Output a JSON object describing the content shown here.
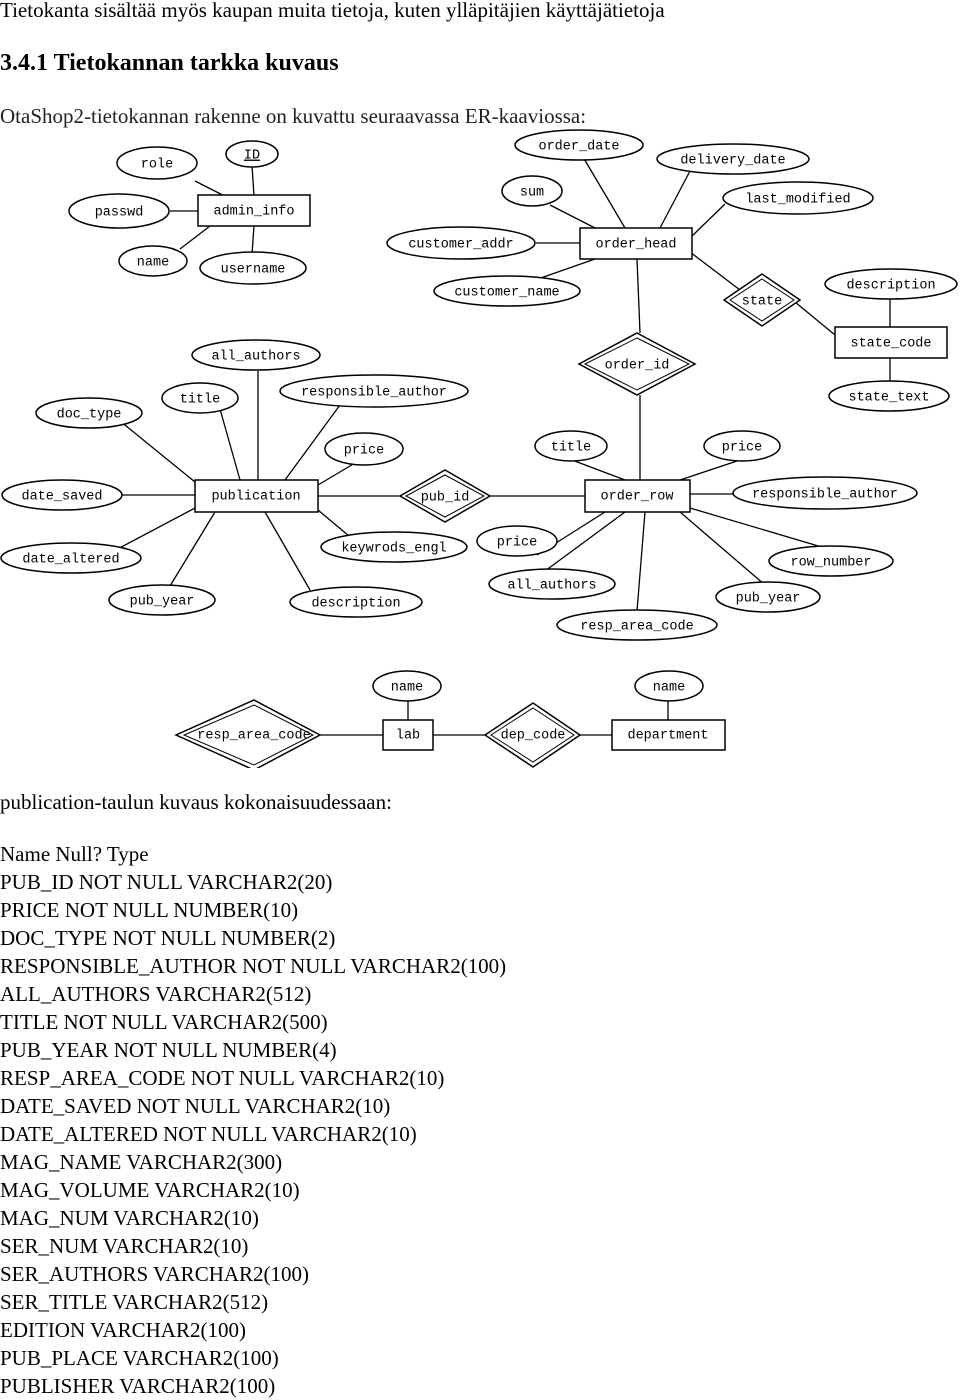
{
  "document": {
    "intro": "Tietokanta sisältää myös kaupan muita tietoja, kuten ylläpitäjien käyttäjätietoja",
    "heading": "3.4.1 Tietokannan tarkka kuvaus",
    "subtitle": "OtaShop2-tietokannan rakenne on kuvattu seuraavassa ER-kaaviossa:",
    "table_caption": "publication-taulun kuvaus kokonaisuudessaan:",
    "table_header": "Name Null? Type",
    "columns": [
      "PUB_ID NOT NULL VARCHAR2(20)",
      "PRICE NOT NULL NUMBER(10)",
      "DOC_TYPE NOT NULL NUMBER(2)",
      "RESPONSIBLE_AUTHOR NOT NULL VARCHAR2(100)",
      "ALL_AUTHORS VARCHAR2(512)",
      "TITLE NOT NULL VARCHAR2(500)",
      "PUB_YEAR NOT NULL NUMBER(4)",
      "RESP_AREA_CODE NOT NULL VARCHAR2(10)",
      "DATE_SAVED NOT NULL VARCHAR2(10)",
      "DATE_ALTERED NOT NULL VARCHAR2(10)",
      "MAG_NAME VARCHAR2(300)",
      "MAG_VOLUME VARCHAR2(10)",
      "MAG_NUM VARCHAR2(10)",
      "SER_NUM VARCHAR2(10)",
      "SER_AUTHORS VARCHAR2(100)",
      "SER_TITLE VARCHAR2(512)",
      "EDITION VARCHAR2(100)",
      "PUB_PLACE VARCHAR2(100)",
      "PUBLISHER VARCHAR2(100)"
    ]
  },
  "diagram": {
    "entities": {
      "admin_info": "admin_info",
      "order_head": "order_head",
      "publication": "publication",
      "order_row": "order_row",
      "state_code": "state_code",
      "lab": "lab",
      "department": "department"
    },
    "relationships": {
      "state": "state",
      "order_id": "order_id",
      "pub_id": "pub_id",
      "resp_area_code": "resp_area_code",
      "dep_code": "dep_code"
    },
    "attributes": {
      "role": "role",
      "admin_id": "ID",
      "passwd": "passwd",
      "name": "name",
      "username": "username",
      "order_date": "order_date",
      "delivery_date": "delivery_date",
      "sum": "sum",
      "last_modified": "last_modified",
      "customer_addr": "customer_addr",
      "customer_name": "customer_name",
      "description": "description",
      "state_text": "state_text",
      "all_authors": "all_authors",
      "title": "title",
      "responsible_author": "responsible_author",
      "doc_type": "doc_type",
      "price": "price",
      "date_saved": "date_saved",
      "date_altered": "date_altered",
      "keywords_engl": "keywrods_engl",
      "pub_year": "pub_year",
      "row_number": "row_number",
      "resp_area_code": "resp_area_code",
      "lab_name": "name",
      "department_name": "name"
    }
  }
}
